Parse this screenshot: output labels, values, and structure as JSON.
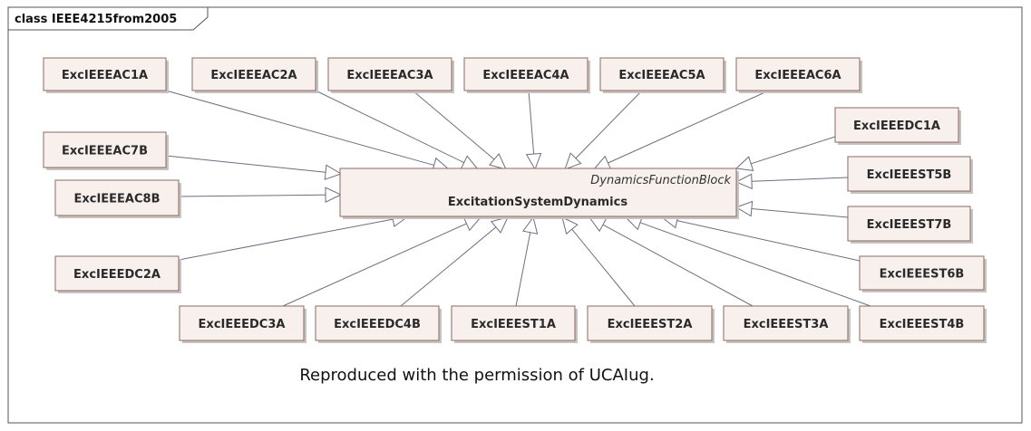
{
  "frame": {
    "title": "class IEEE4215from2005"
  },
  "main_class": {
    "stereotype": "DynamicsFunctionBlock",
    "name": "ExcitationSystemDynamics"
  },
  "classes": [
    "ExcIEEEAC1A",
    "ExcIEEEAC2A",
    "ExcIEEEAC3A",
    "ExcIEEEAC4A",
    "ExcIEEEAC5A",
    "ExcIEEEAC6A",
    "ExcIEEEDC1A",
    "ExcIEEEAC7B",
    "ExcIEEEST5B",
    "ExcIEEEAC8B",
    "ExcIEEEST7B",
    "ExcIEEEDC2A",
    "ExcIEEEST6B",
    "ExcIEEEDC3A",
    "ExcIEEEDC4B",
    "ExcIEEEST1A",
    "ExcIEEEST2A",
    "ExcIEEEST3A",
    "ExcIEEEST4B"
  ],
  "note": "Reproduced with the permission of UCAIug."
}
